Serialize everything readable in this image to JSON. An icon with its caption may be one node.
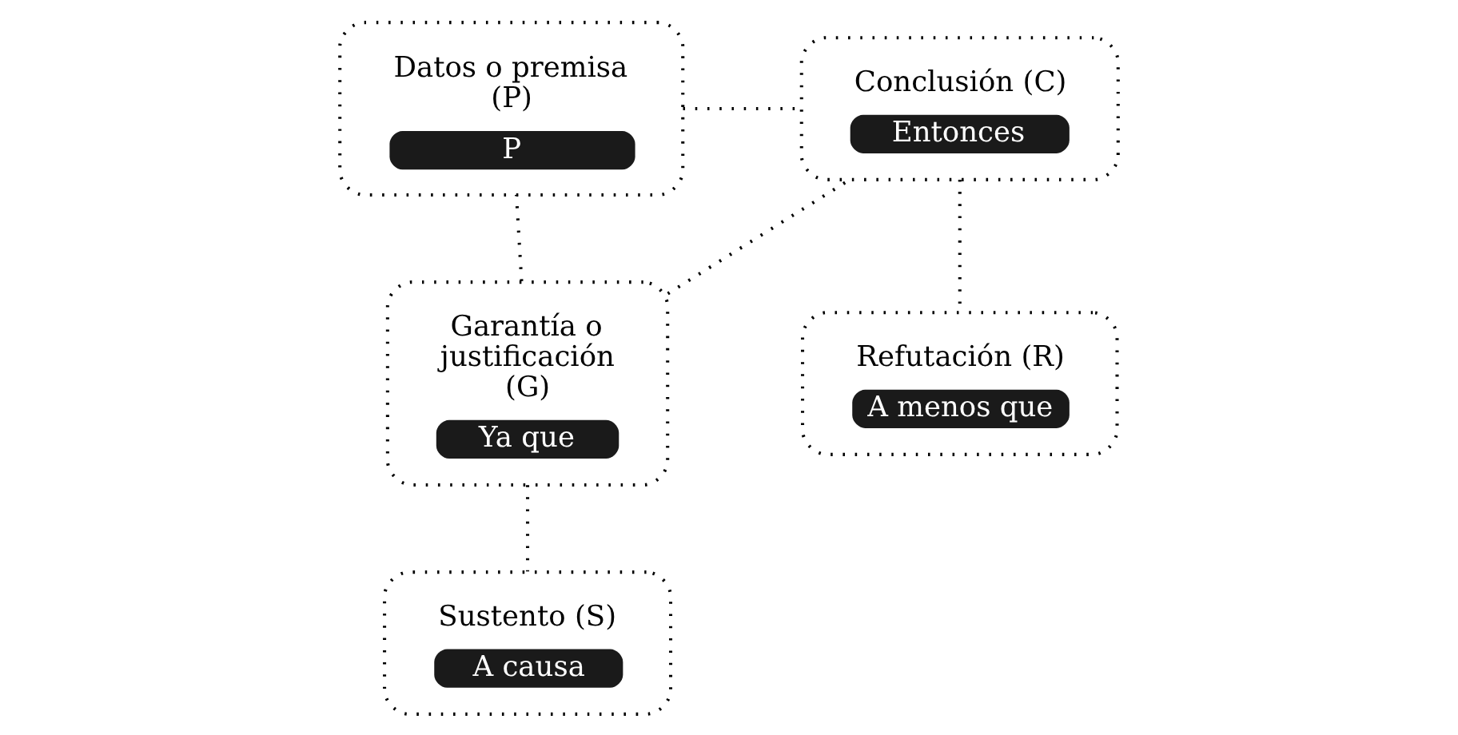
{
  "diagram": {
    "nodes": [
      {
        "text": [
          "Datos o premisa (P)",
          "P"
        ]
      },
      {
        "text": [
          "Conclusión (C)",
          "Entonces"
        ]
      },
      {
        "text": [
          "Garantía o justificación (G)",
          "Ya que"
        ]
      },
      {
        "text": [
          "Refutación (R)",
          "A menos que"
        ]
      },
      {
        "text": [
          "Sustento (S)",
          "A causa"
        ]
      }
    ],
    "edges": [
      {
        "from": 0,
        "to": 1,
        "arrow": "none"
      },
      {
        "from": 2,
        "to": 0,
        "arrow": "none"
      },
      {
        "from": 2,
        "to": 1,
        "arrow": "none"
      },
      {
        "from": 1,
        "to": 3,
        "arrow": "none"
      },
      {
        "from": 2,
        "to": 4,
        "arrow": "none"
      }
    ]
  }
}
